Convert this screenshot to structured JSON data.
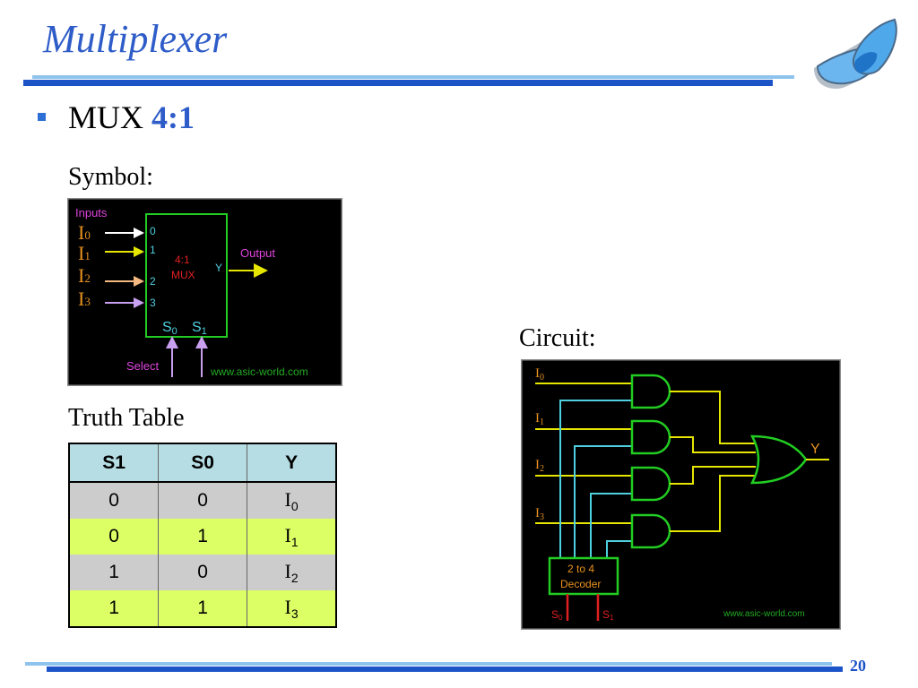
{
  "slide": {
    "title": "Multiplexer",
    "bullet_prefix": "MUX",
    "bullet_accent": "4:1",
    "symbol_label": "Symbol:",
    "circuit_label": "Circuit:",
    "truth_table_label": "Truth Table",
    "page_number": "20"
  },
  "symbol_figure": {
    "inputs_label": "Inputs",
    "input_letter": "I",
    "input_subs": [
      "0",
      "1",
      "2",
      "3"
    ],
    "port_numbers": [
      "0",
      "1",
      "2",
      "3"
    ],
    "block_line1": "4:1",
    "block_line2": "MUX",
    "output_port": "Y",
    "output_label": "Output",
    "select_letter": "S",
    "select_subs": [
      "0",
      "1"
    ],
    "select_label": "Select",
    "watermark": "www.asic-world.com"
  },
  "circuit_figure": {
    "input_letter": "I",
    "input_subs": [
      "0",
      "1",
      "2",
      "3"
    ],
    "decoder_line1": "2 to 4",
    "decoder_line2": "Decoder",
    "select_letter": "S",
    "select_subs": [
      "0",
      "1"
    ],
    "output_label": "Y",
    "watermark": "www.asic-world.com"
  },
  "truth_table": {
    "headers": [
      "S1",
      "S0",
      "Y"
    ],
    "rows": [
      {
        "s1": "0",
        "s0": "0",
        "y": "I",
        "y_sub": "0"
      },
      {
        "s1": "0",
        "s0": "1",
        "y": "I",
        "y_sub": "1"
      },
      {
        "s1": "1",
        "s0": "0",
        "y": "I",
        "y_sub": "2"
      },
      {
        "s1": "1",
        "s0": "1",
        "y": "I",
        "y_sub": "3"
      }
    ]
  },
  "colors": {
    "title_blue": "#2e5cc8",
    "rule_dark": "#1c54c7",
    "rule_light": "#8ec3ee",
    "figure_bg": "#000000",
    "wire_green": "#22cc22",
    "wire_yellow": "#e6e600",
    "wire_cyan": "#4fd0e0",
    "label_orange": "#e8921e",
    "label_magenta": "#dd44dd",
    "select_red": "#e02020",
    "header_cyan": "#b5dde3",
    "row_gray": "#cccccc",
    "row_lime": "#ddff66"
  }
}
